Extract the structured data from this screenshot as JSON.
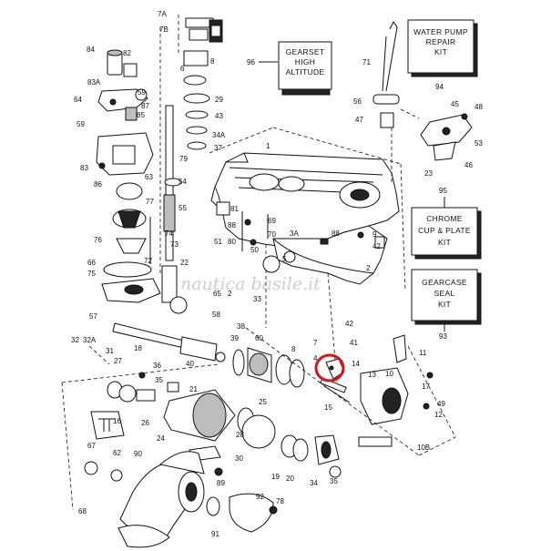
{
  "kits": {
    "gearset": [
      "GEARSET",
      "HIGH",
      "ALTITUDE"
    ],
    "water_pump": [
      "WATER PUMP",
      "REPAIR",
      "KIT"
    ],
    "chrome_cup": [
      "CHROME",
      "CUP & PLATE",
      "KIT"
    ],
    "gearcase_seal": [
      "GEARCASE",
      "SEAL",
      "KIT"
    ]
  },
  "kit_numbers": {
    "gearset": "96",
    "water_pump": "94",
    "chrome_cup": "95",
    "gearcase_seal": "93"
  },
  "watermark": "nautica basile.it",
  "highlight": {
    "part": "4",
    "color": "#d9141b"
  },
  "callouts": {
    "p7A": "7A",
    "p7B": "7B",
    "p84": "84",
    "p82": "82",
    "p83A": "83A",
    "p64": "64",
    "p59": "59",
    "p87": "87",
    "p85": "85",
    "p59b": "59",
    "p6": "6",
    "p8": "8",
    "p29": "29",
    "p43": "43",
    "p34A": "34A",
    "p37": "37",
    "p71": "71",
    "p56": "56",
    "p47": "47",
    "p45": "45",
    "p48": "48",
    "p53": "53",
    "p23": "23",
    "p46": "46",
    "p83": "83",
    "p86": "86",
    "p63": "63",
    "p79": "79",
    "p54": "54",
    "p55": "55",
    "p77": "77",
    "p1": "1",
    "p81": "81",
    "p88": "88",
    "p80": "80",
    "p69": "69",
    "p70": "70",
    "p3A": "3A",
    "p50": "50",
    "p51": "51",
    "p88b": "88",
    "p9": "9",
    "p42": "42",
    "p76": "76",
    "p74": "74",
    "p73": "73",
    "p72": "72",
    "p22": "22",
    "p5": "5",
    "p2b": "2",
    "p66": "66",
    "p75": "75",
    "p65": "65",
    "p2": "2",
    "p33": "33",
    "p57": "57",
    "p58": "58",
    "p42b": "42",
    "p41": "41",
    "p11": "11",
    "p32": "32",
    "p32A": "32A",
    "p31": "31",
    "p18": "18",
    "p38": "38",
    "p39": "39",
    "p40": "40",
    "p60": "60",
    "p8b": "8",
    "p7": "7",
    "p4": "4",
    "p14": "14",
    "p13": "13",
    "p15": "15",
    "p10": "10",
    "p17": "17",
    "p49": "49",
    "p12": "12",
    "p27": "27",
    "p36": "36",
    "p35": "35",
    "p21": "21",
    "p16": "16",
    "p26": "26",
    "p25": "25",
    "p24": "24",
    "p28": "28",
    "p30": "30",
    "p89": "89",
    "p67": "67",
    "p62": "62",
    "p90": "90",
    "p19": "19",
    "p20": "20",
    "p34": "34",
    "p35b": "35",
    "p10B": "10B",
    "p68": "68",
    "p91": "91",
    "p92": "92",
    "p78": "78"
  }
}
